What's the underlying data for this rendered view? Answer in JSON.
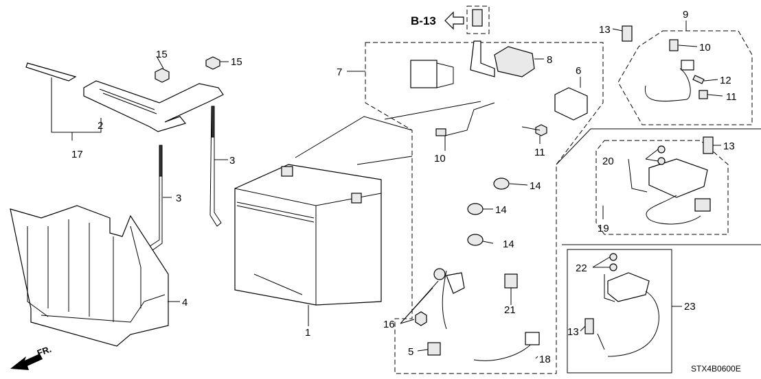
{
  "ref_link": "B-13",
  "diagram_code": "STX4B0600E",
  "front_marker": "FR.",
  "callouts": {
    "c1": "1",
    "c2": "2",
    "c3a": "3",
    "c3b": "3",
    "c4": "4",
    "c5": "5",
    "c6": "6",
    "c7": "7",
    "c8": "8",
    "c9": "9",
    "c10a": "10",
    "c10b": "10",
    "c11a": "11",
    "c11b": "11",
    "c12": "12",
    "c13a": "13",
    "c13b": "13",
    "c13c": "13",
    "c14a": "14",
    "c14b": "14",
    "c14c": "14",
    "c15a": "15",
    "c15b": "15",
    "c16": "16",
    "c17": "17",
    "c18": "18",
    "c19": "19",
    "c20": "20",
    "c21": "21",
    "c22": "22",
    "c23": "23"
  }
}
